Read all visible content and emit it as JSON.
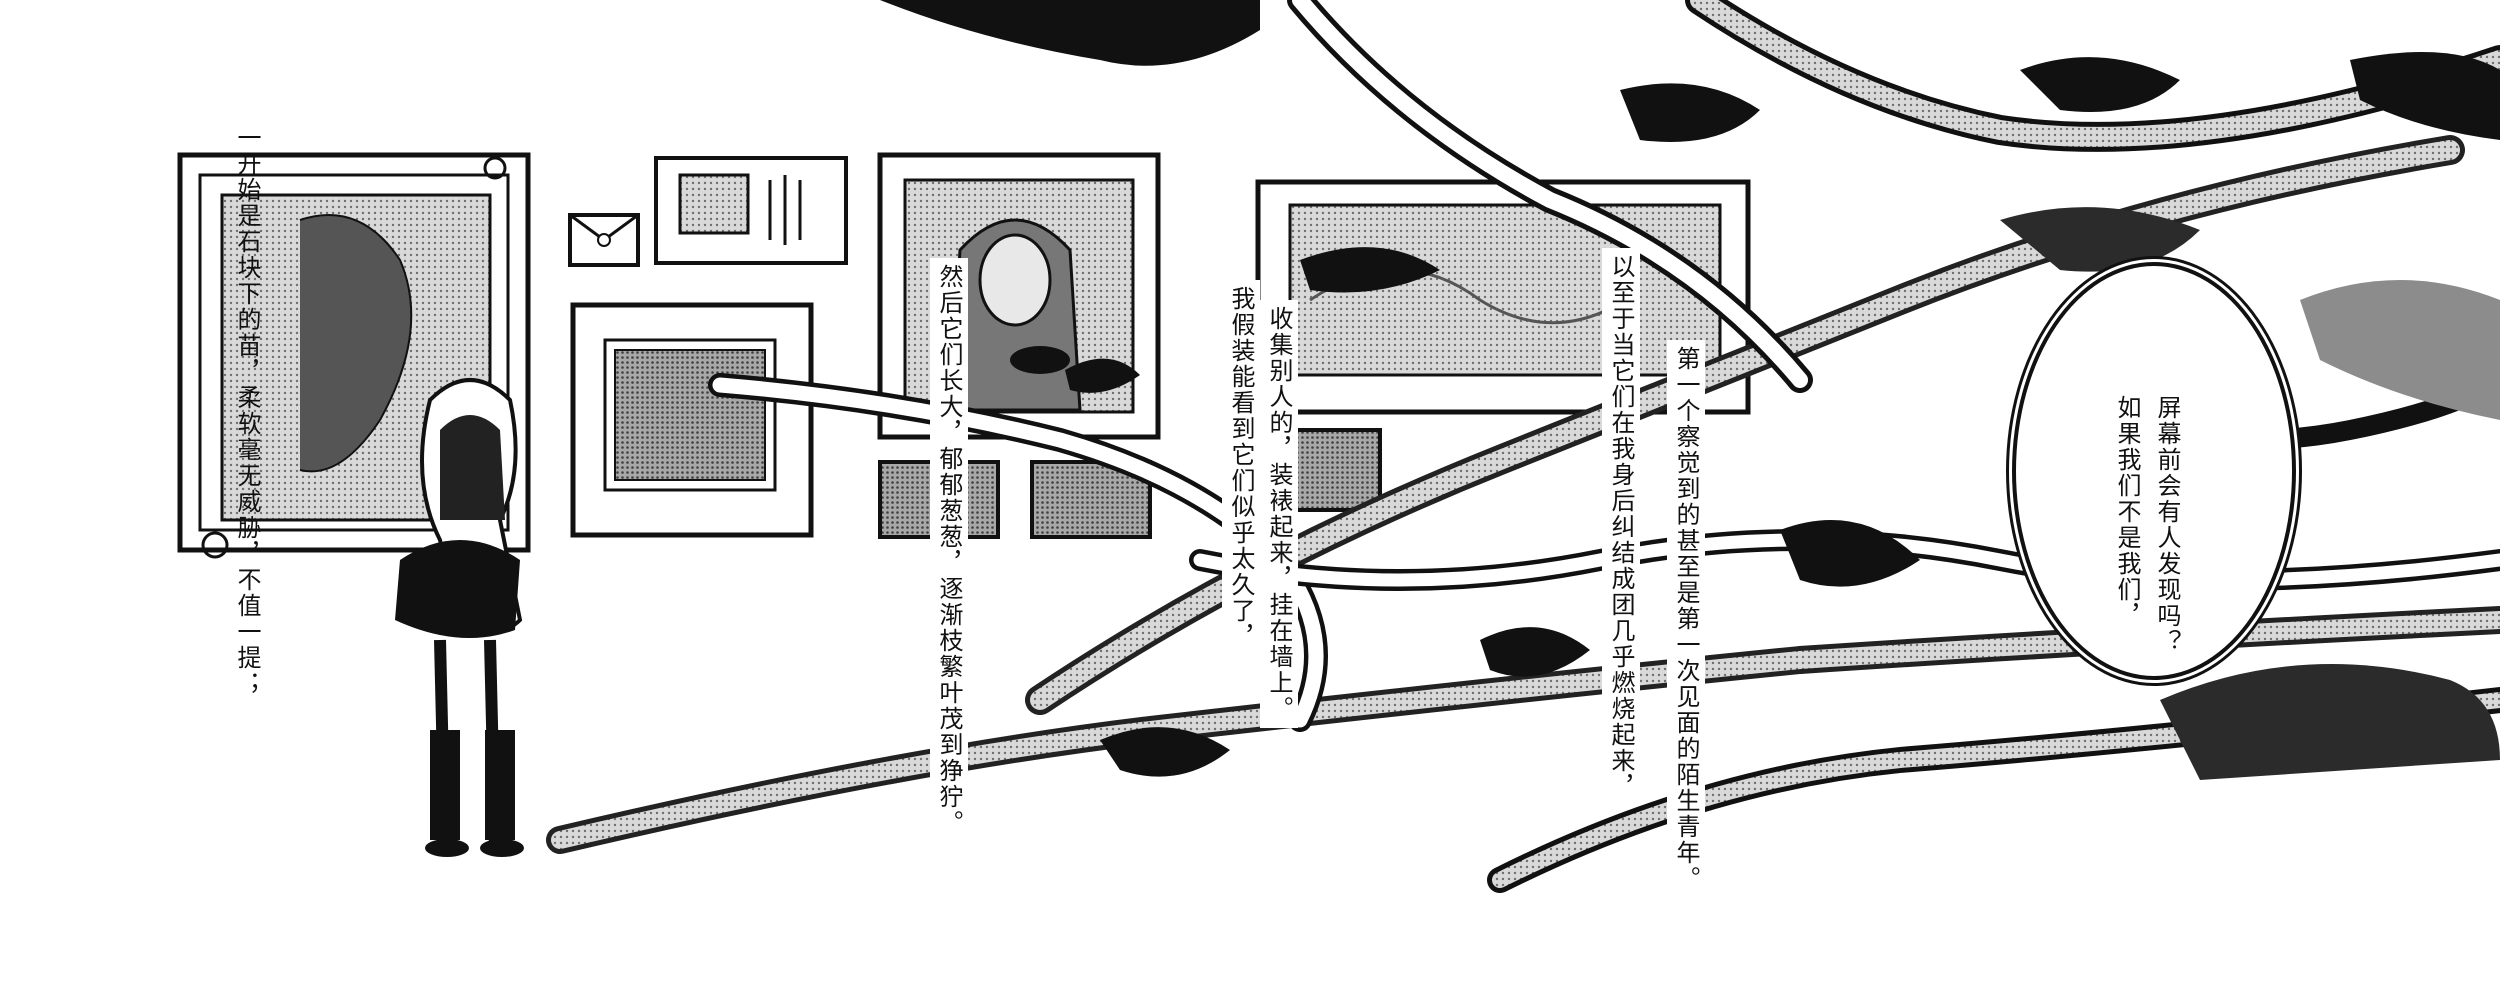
{
  "captions": {
    "c1": "一开始是石块下的苗，柔软毫无威胁，不值一提；",
    "c2": "然后它们长大，郁郁葱葱，逐渐枝繁叶茂到狰狞。",
    "c3": "收集别人的，装裱起来，挂在墙上。",
    "c4": "我假装能看到它们似乎太久了，",
    "c5": "以至于当它们在我身后纠结成团几乎燃烧起来，",
    "c6": "第一个察觉到的甚至是第一次见面的陌生青年。"
  },
  "bubble": {
    "line1": "屏幕前会有人发现吗？",
    "line2": "如果我们不是我们，"
  },
  "colors": {
    "ink": "#111111",
    "paper": "#ffffff",
    "gray": "#8c8c8c",
    "dark": "#2b2b2b"
  }
}
